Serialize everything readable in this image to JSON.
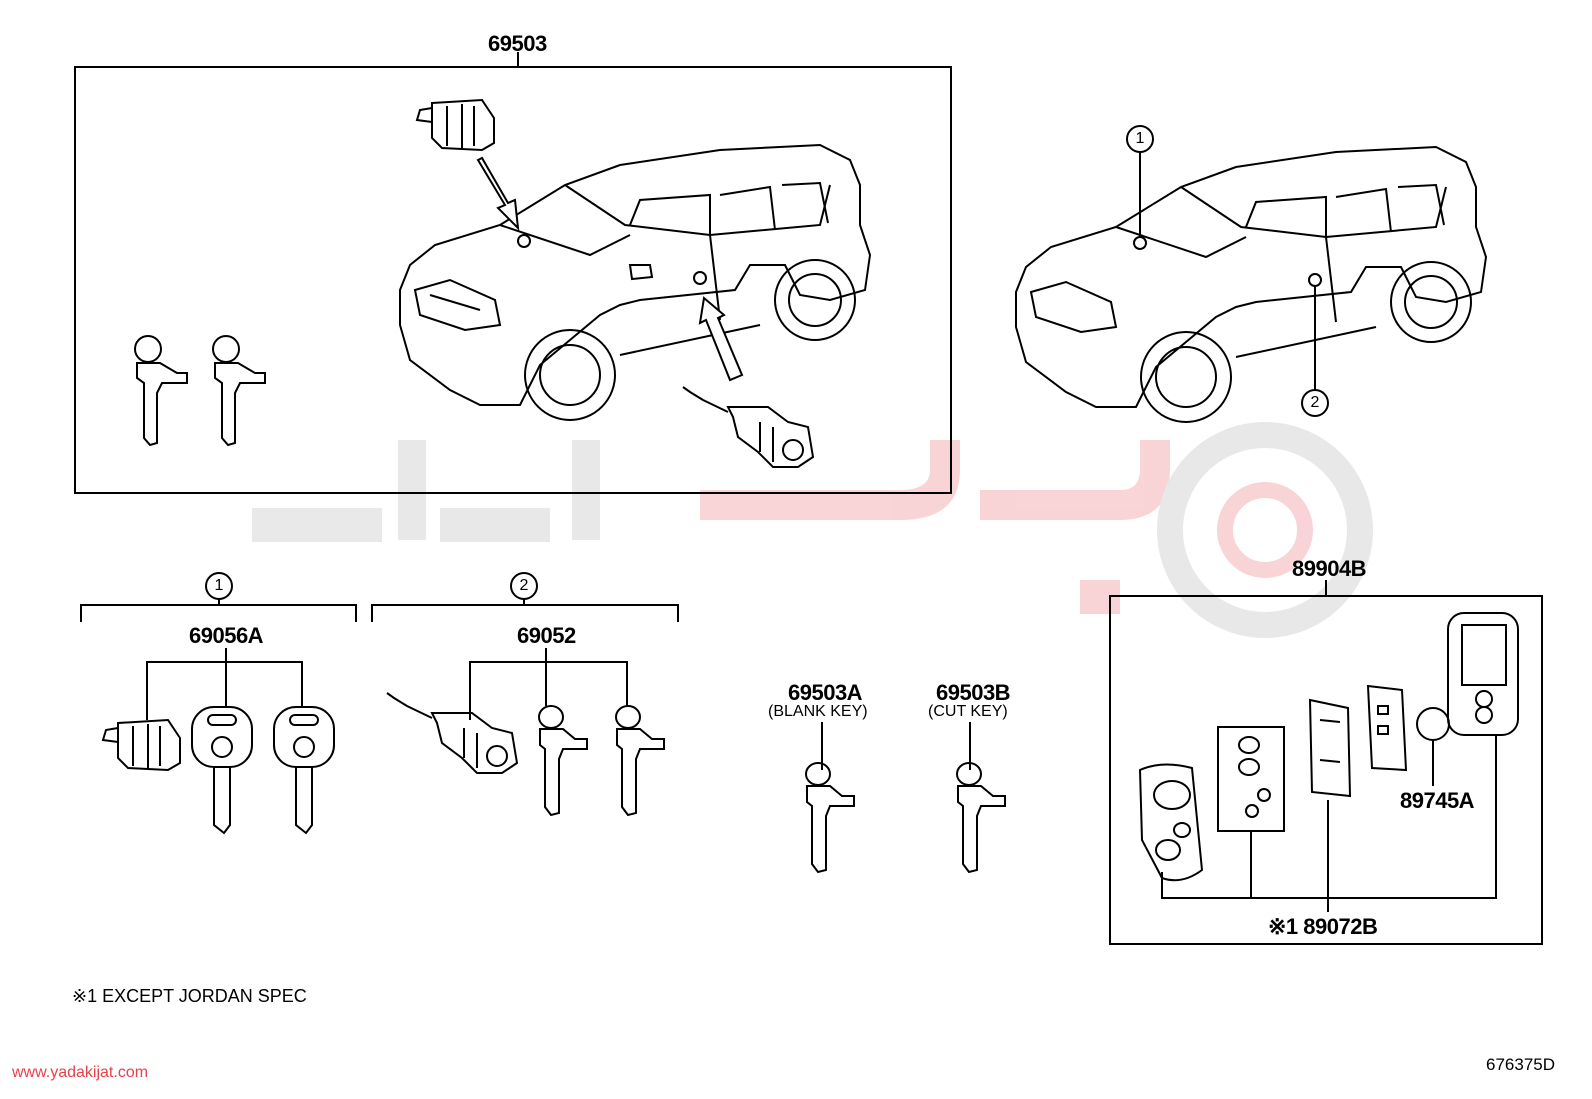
{
  "diagram": {
    "part_69503": "69503",
    "callout_1": "1",
    "callout_2": "2",
    "group_1_marker": "1",
    "group_2_marker": "2",
    "part_69056A": "69056A",
    "part_69052": "69052",
    "part_69503A": "69503A",
    "part_69503A_sub": "(BLANK KEY)",
    "part_69503B": "69503B",
    "part_69503B_sub": "(CUT KEY)",
    "part_89904B": "89904B",
    "part_89745A": "89745A",
    "part_89072B": "※1 89072B",
    "footnote": "※1 EXCEPT JORDAN SPEC",
    "drawing_code": "676375D"
  },
  "watermark": {
    "url": "www.yadakijat.com",
    "brand_color": "#e8404a"
  }
}
